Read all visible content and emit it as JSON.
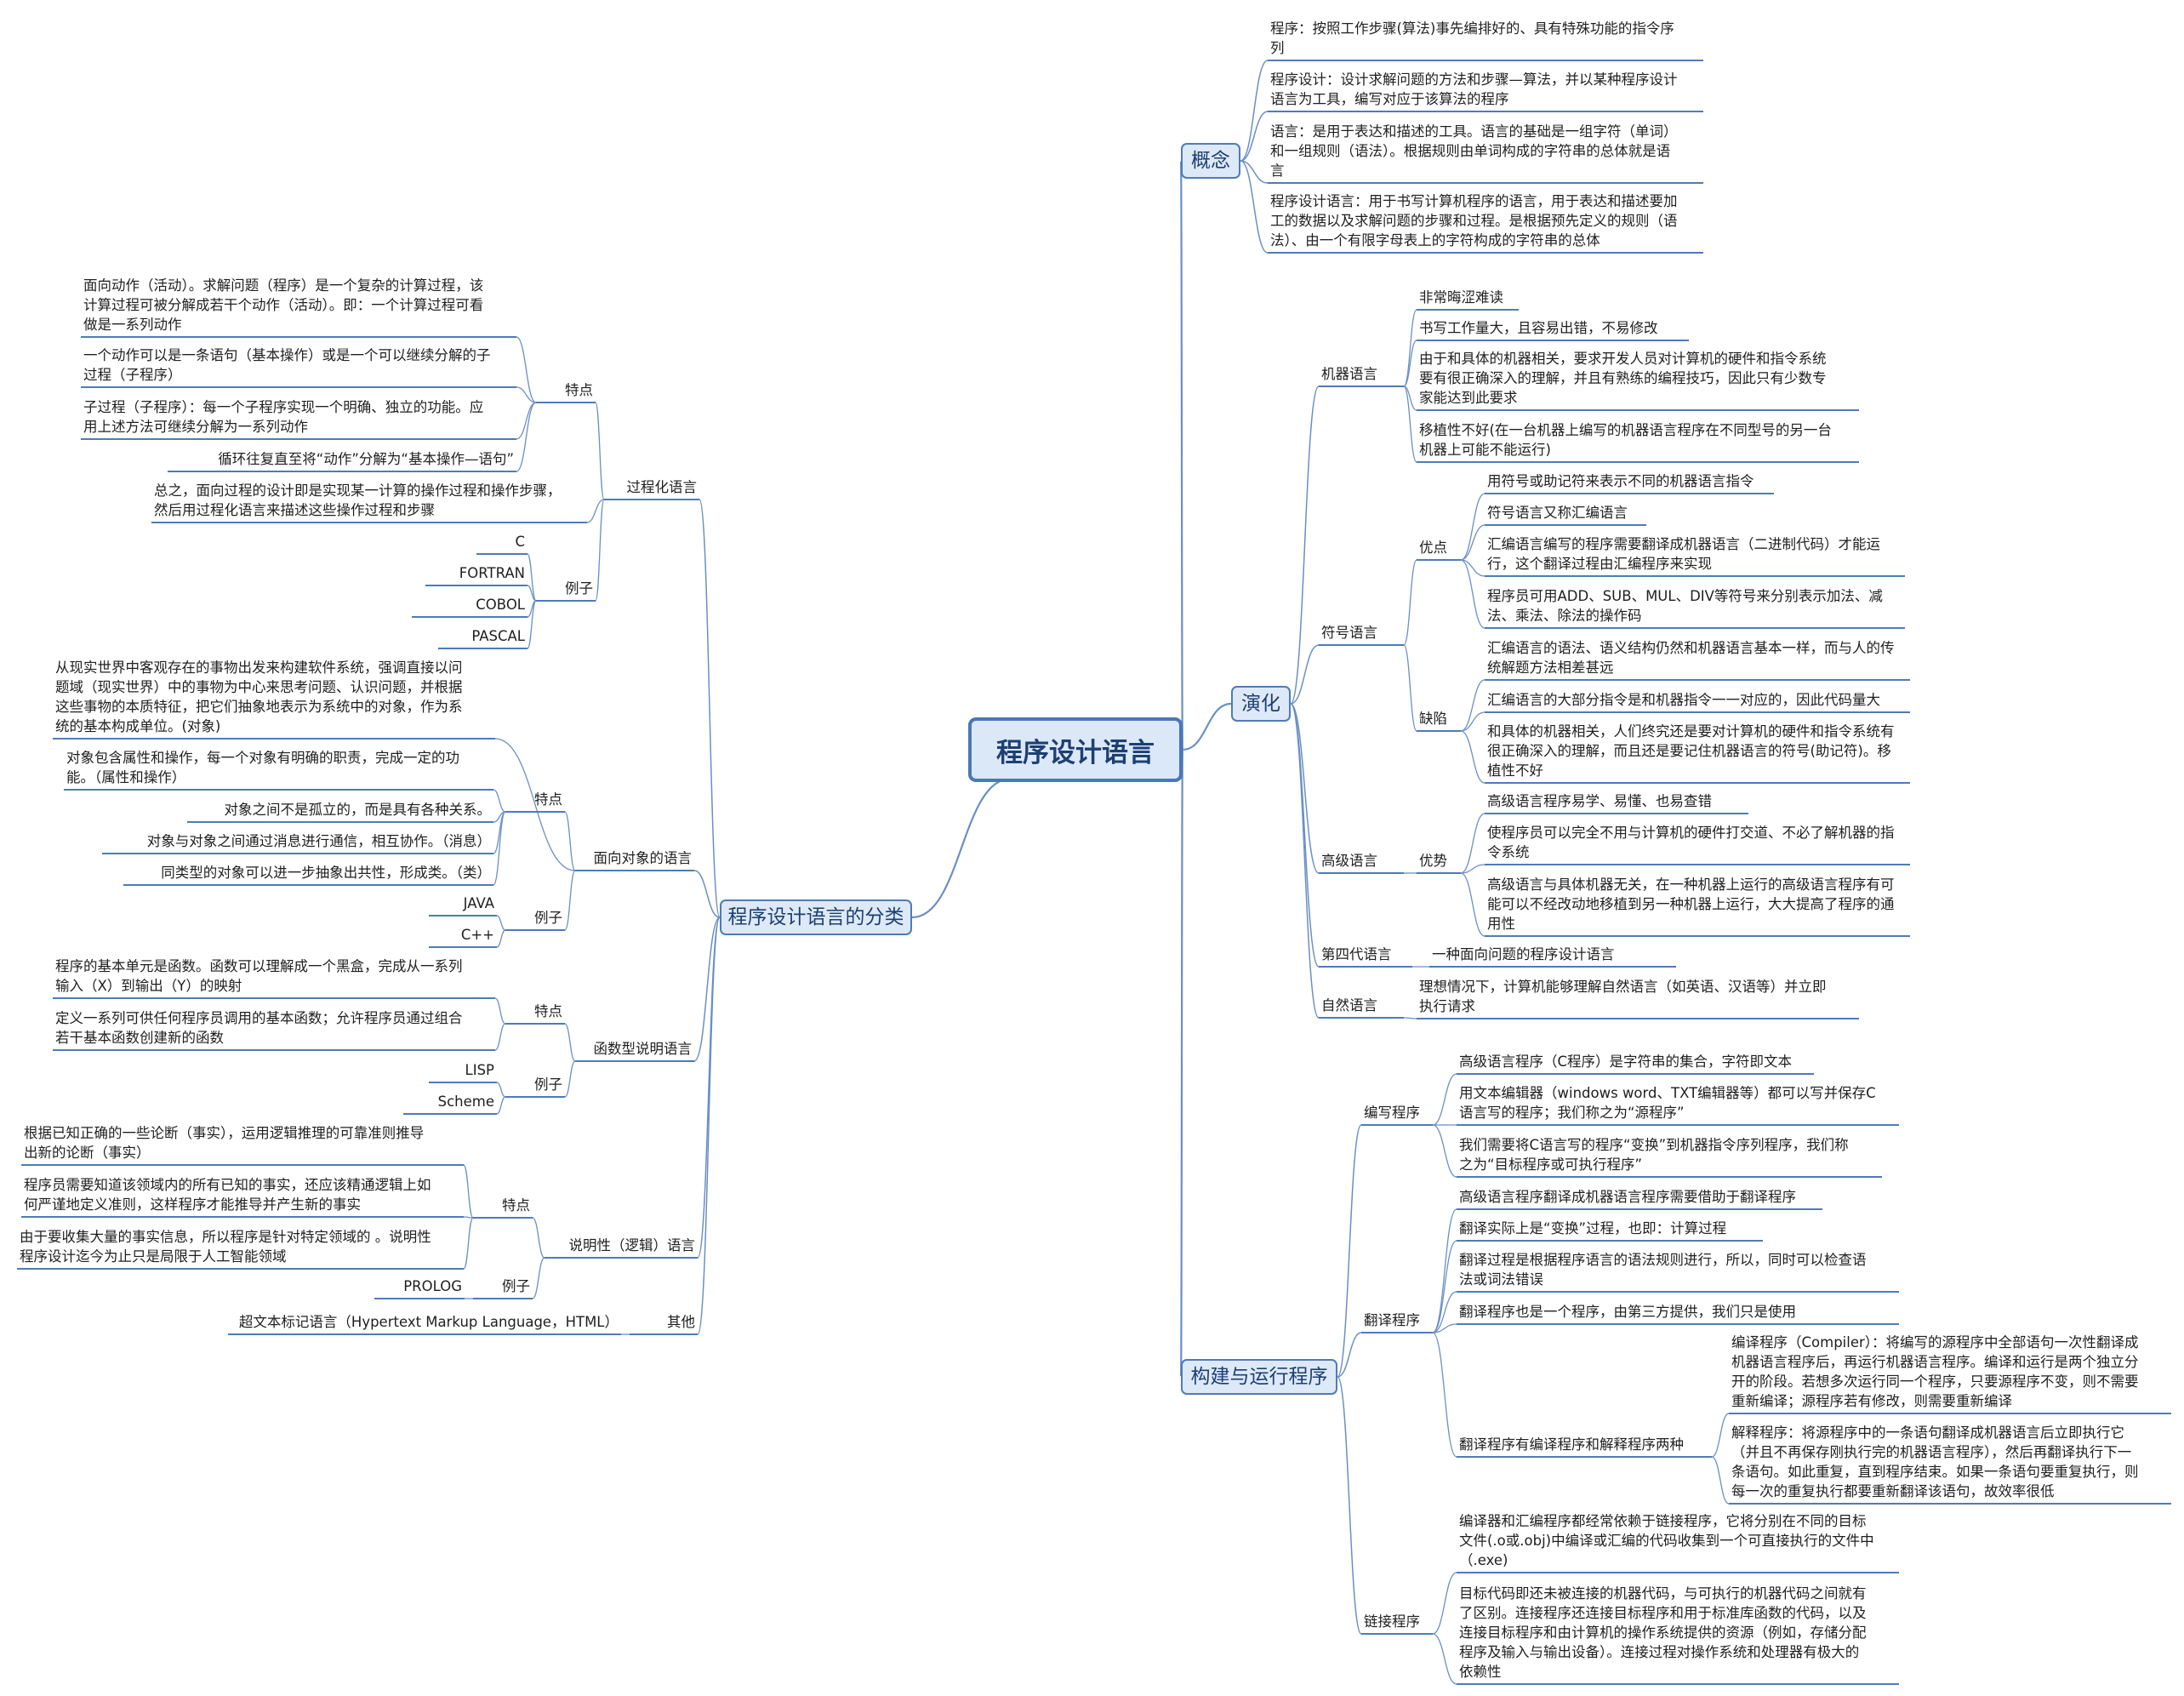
{
  "root": "程序设计语言",
  "gn": {
    "label": "概念",
    "items": [
      "程序：按照工作步骤(算法)事先编排好的、具有特殊功能的指令序\n列",
      "程序设计：设计求解问题的方法和步骤—算法，并以某种程序设计\n语言为工具，编写对应于该算法的程序",
      "语言：是用于表达和描述的工具。语言的基础是一组字符（单词）\n和一组规则（语法）。根据规则由单词构成的字符串的总体就是语\n言",
      "程序设计语言：用于书写计算机程序的语言，用于表达和描述要加\n工的数据以及求解问题的步骤和过程。是根据预先定义的规则（语\n法）、由一个有限字母表上的字符构成的字符串的总体"
    ]
  },
  "yh": {
    "label": "演化",
    "jq": {
      "label": "机器语言",
      "items": [
        "非常晦涩难读",
        "书写工作量大，且容易出错，不易修改",
        "由于和具体的机器相关，要求开发人员对计算机的硬件和指令系统\n要有很正确深入的理解，并且有熟练的编程技巧，因此只有少数专\n家能达到此要求",
        "移植性不好(在一台机器上编写的机器语言程序在不同型号的另一台\n机器上可能不能运行)"
      ]
    },
    "fh": {
      "label": "符号语言",
      "yd": {
        "label": "优点",
        "items": [
          "用符号或助记符来表示不同的机器语言指令",
          "符号语言又称汇编语言",
          "汇编语言编写的程序需要翻译成机器语言（二进制代码）才能运\n行，这个翻译过程由汇编程序来实现",
          "程序员可用ADD、SUB、MUL、DIV等符号来分别表示加法、减\n法、乘法、除法的操作码"
        ]
      },
      "qx": {
        "label": "缺陷",
        "items": [
          "汇编语言的语法、语义结构仍然和机器语言基本一样，而与人的传\n统解题方法相差甚远",
          "汇编语言的大部分指令是和机器指令一一对应的，因此代码量大",
          "和具体的机器相关，人们终究还是要对计算机的硬件和指令系统有\n很正确深入的理解，而且还是要记住机器语言的符号(助记符)。移\n植性不好"
        ]
      }
    },
    "gj": {
      "label": "高级语言",
      "ys": {
        "label": "优势",
        "items": [
          "高级语言程序易学、易懂、也易查错",
          "使程序员可以完全不用与计算机的硬件打交道、不必了解机器的指\n令系统",
          "高级语言与具体机器无关，在一种机器上运行的高级语言程序有可\n能可以不经改动地移植到另一种机器上运行，大大提高了程序的通\n用性"
        ]
      }
    },
    "d4": {
      "label": "第四代语言",
      "item": "一种面向问题的程序设计语言"
    },
    "zr": {
      "label": "自然语言",
      "item": "理想情况下，计算机能够理解自然语言（如英语、汉语等）并立即\n执行请求"
    }
  },
  "gy": {
    "label": "构建与运行程序",
    "bx": {
      "label": "编写程序",
      "items": [
        "高级语言程序（C程序）是字符串的集合，字符即文本",
        "用文本编辑器（windows word、TXT编辑器等）都可以写并保存C\n语言写的程序；我们称之为“源程序”",
        "我们需要将C语言写的程序“变换”到机器指令序列程序，我们称\n之为“目标程序或可执行程序”"
      ]
    },
    "fy": {
      "label": "翻译程序",
      "items": [
        "高级语言程序翻译成机器语言程序需要借助于翻译程序",
        "翻译实际上是“变换”过程，也即：计算过程",
        "翻译过程是根据程序语言的语法规则进行，所以，同时可以检查语\n法或词法错误",
        "翻译程序也是一个程序，由第三方提供，我们只是使用"
      ],
      "two": {
        "label": "翻译程序有编译程序和解释程序两种",
        "items": [
          "编译程序（Compiler）：将编写的源程序中全部语句一次性翻译成\n机器语言程序后，再运行机器语言程序。编译和运行是两个独立分\n开的阶段。若想多次运行同一个程序，只要源程序不变，则不需要\n重新编译；源程序若有修改，则需要重新编译",
          "解释程序：将源程序中的一条语句翻译成机器语言后立即执行它\n（并且不再保存刚执行完的机器语言程序），然后再翻译执行下一\n条语句。如此重复，直到程序结束。如果一条语句要重复执行，则\n每一次的重复执行都要重新翻译该语句，故效率很低"
        ]
      }
    },
    "lj": {
      "label": "链接程序",
      "items": [
        "编译器和汇编程序都经常依赖于链接程序，它将分别在不同的目标\n文件(.o或.obj)中编译或汇编的代码收集到一个可直接执行的文件中\n（.exe)",
        "目标代码即还未被连接的机器代码，与可执行的机器代码之间就有\n了区别。连接程序还连接目标程序和用于标准库函数的代码，以及\n连接目标程序和由计算机的操作系统提供的资源（例如，存储分配\n程序及输入与输出设备）。连接过程对操作系统和处理器有极大的\n依赖性"
      ]
    }
  },
  "fl": {
    "label": "程序设计语言的分类",
    "gc": {
      "label": "过程化语言",
      "td": {
        "label": "特点",
        "items": [
          "面向动作（活动）。求解问题（程序）是一个复杂的计算过程，该\n计算过程可被分解成若干个动作（活动）。即：一个计算过程可看\n做是一系列动作",
          "一个动作可以是一条语句（基本操作）或是一个可以继续分解的子\n过程（子程序）",
          "子过程（子程序）：每一个子程序实现一个明确、独立的功能。应\n用上述方法可继续分解为一系列动作",
          "循环往复直至将“动作”分解为“基本操作—语句”"
        ]
      },
      "summary": "总之，面向过程的设计即是实现某一计算的操作过程和操作步骤，\n然后用过程化语言来描述这些操作过程和步骤",
      "lz": {
        "label": "例子",
        "items": [
          "C",
          "FORTRAN",
          "COBOL",
          "PASCAL"
        ]
      }
    },
    "mx": {
      "label": "面向对象的语言",
      "intro": "从现实世界中客观存在的事物出发来构建软件系统，强调直接以问\n题域（现实世界）中的事物为中心来思考问题、认识问题，并根据\n这些事物的本质特征，把它们抽象地表示为系统中的对象，作为系\n统的基本构成单位。(对象)",
      "td": {
        "label": "特点",
        "items": [
          "对象包含属性和操作，每一个对象有明确的职责，完成一定的功\n能。（属性和操作）",
          "对象之间不是孤立的，而是具有各种关系。",
          "对象与对象之间通过消息进行通信，相互协作。（消息）",
          "同类型的对象可以进一步抽象出共性，形成类。（类）"
        ]
      },
      "lz": {
        "label": "例子",
        "items": [
          "JAVA",
          "C++"
        ]
      }
    },
    "hs": {
      "label": "函数型说明语言",
      "td": {
        "label": "特点",
        "items": [
          "程序的基本单元是函数。函数可以理解成一个黑盒，完成从一系列\n输入（X）到输出（Y）的映射",
          "定义一系列可供任何程序员调用的基本函数；允许程序员通过组合\n若干基本函数创建新的函数"
        ]
      },
      "lz": {
        "label": "例子",
        "items": [
          "LISP",
          "Scheme"
        ]
      }
    },
    "sm": {
      "label": "说明性（逻辑）语言",
      "td": {
        "label": "特点",
        "items": [
          "根据已知正确的一些论断（事实），运用逻辑推理的可靠准则推导\n出新的论断（事实）",
          "程序员需要知道该领域内的所有已知的事实，还应该精通逻辑上如\n何严谨地定义准则，这样程序才能推导并产生新的事实",
          "由于要收集大量的事实信息，所以程序是针对特定领域的 。说明性\n程序设计迄今为止只是局限于人工智能领域"
        ]
      },
      "lz": {
        "label": "例子",
        "items": [
          "PROLOG"
        ]
      }
    },
    "qt": {
      "label": "其他",
      "item": "超文本标记语言（Hypertext Markup Language，HTML）"
    }
  }
}
